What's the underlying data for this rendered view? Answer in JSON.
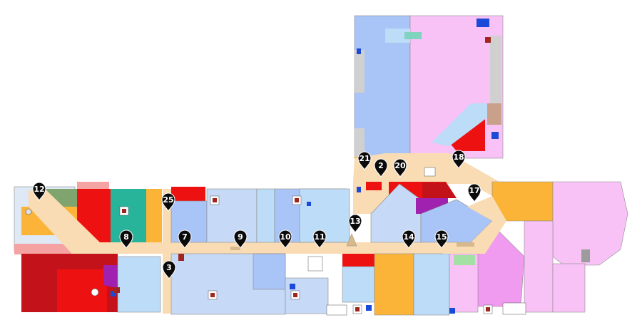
{
  "map": {
    "colors": {
      "corridor": "#f9dcb3",
      "light_blue": "#c6d9f7",
      "blue": "#a9c4f7",
      "sky": "#bcdcf7",
      "pink": "#f8c2f6",
      "magenta": "#f09af0",
      "red": "#ee1111",
      "dark_red": "#c3121a",
      "orange": "#fbb437",
      "teal": "#28b39b",
      "green": "#7fa46d",
      "purple": "#a020b0",
      "salmon": "#f4a2a2",
      "grey": "#9c9c9c",
      "marker": "#0a0a0a"
    },
    "markers": [
      {
        "label": "12",
        "icon": "map-pin-icon"
      },
      {
        "label": "25",
        "icon": "map-pin-icon"
      },
      {
        "label": "8",
        "icon": "map-pin-icon"
      },
      {
        "label": "7",
        "icon": "map-pin-icon"
      },
      {
        "label": "3",
        "icon": "map-pin-icon"
      },
      {
        "label": "9",
        "icon": "map-pin-icon"
      },
      {
        "label": "10",
        "icon": "map-pin-icon"
      },
      {
        "label": "11",
        "icon": "map-pin-icon"
      },
      {
        "label": "13",
        "icon": "map-pin-icon"
      },
      {
        "label": "14",
        "icon": "map-pin-icon"
      },
      {
        "label": "15",
        "icon": "map-pin-icon"
      },
      {
        "label": "17",
        "icon": "map-pin-icon"
      },
      {
        "label": "18",
        "icon": "map-pin-icon"
      },
      {
        "label": "20",
        "icon": "map-pin-icon"
      },
      {
        "label": "2",
        "icon": "map-pin-icon"
      },
      {
        "label": "21",
        "icon": "map-pin-icon"
      }
    ]
  }
}
